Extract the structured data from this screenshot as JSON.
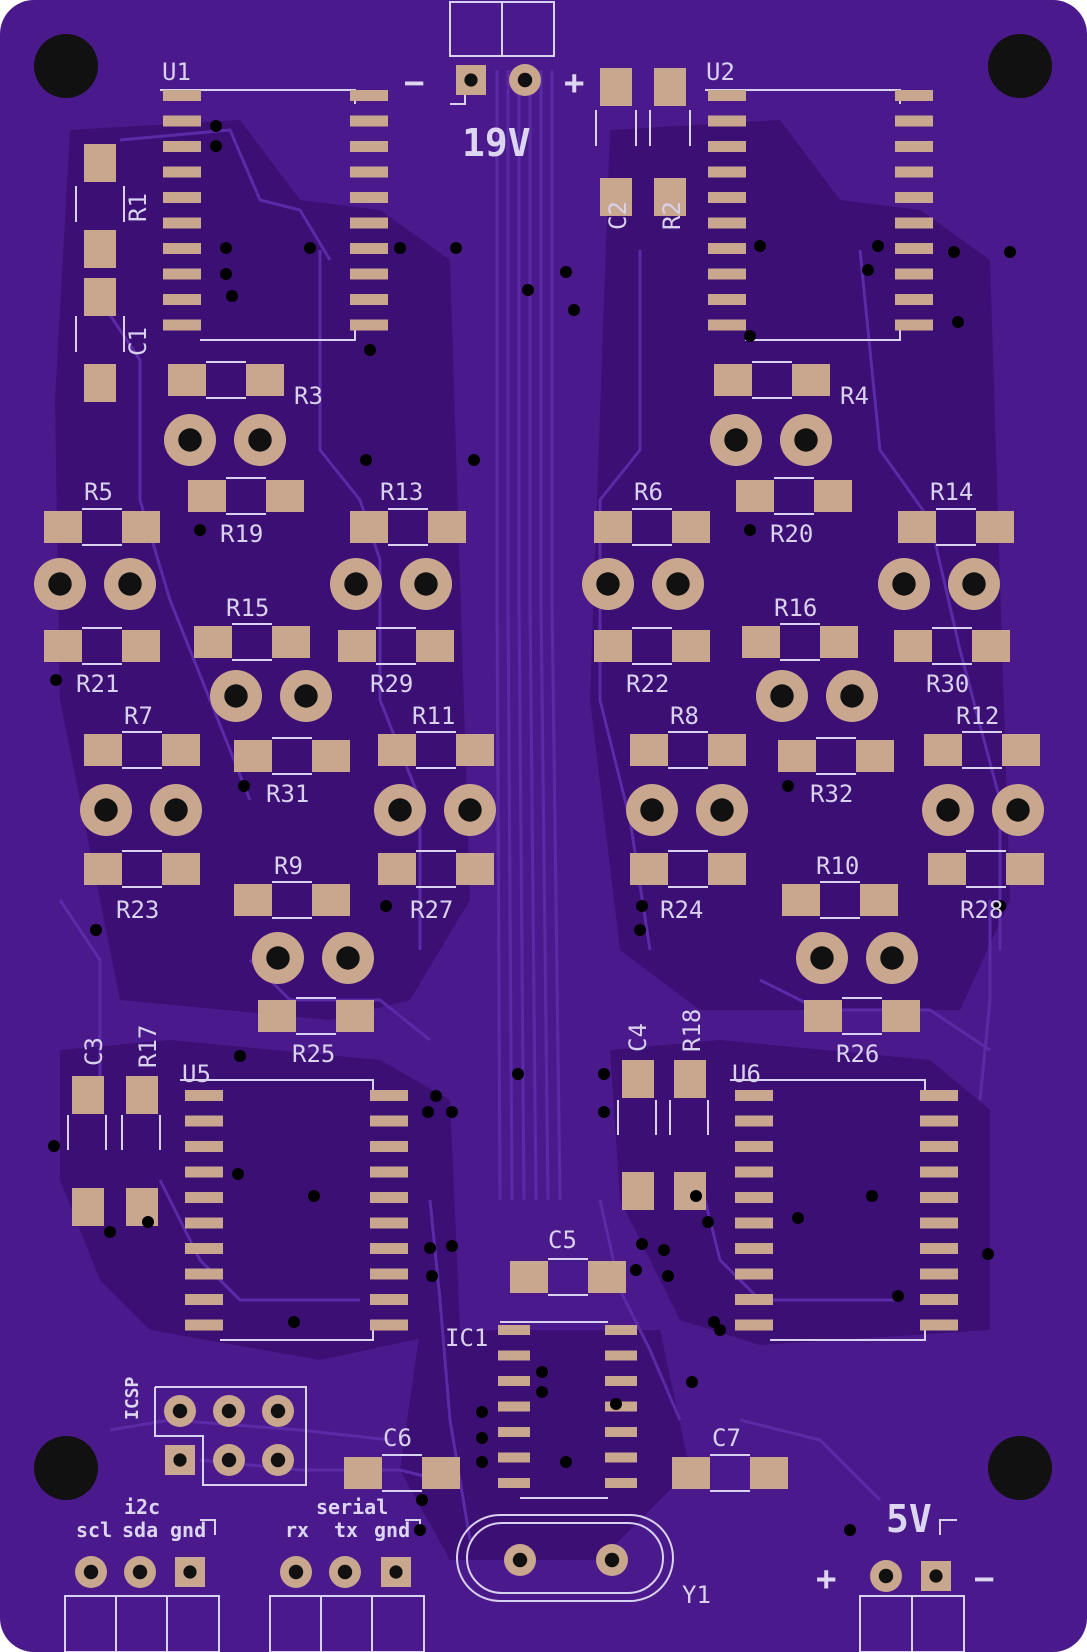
{
  "colors": {
    "board": "#4a1a8c",
    "copper_pour": "#3b0f74",
    "trace": "#5b2aa6",
    "pad": "#c9a68e",
    "silkscreen": "#d9d2ee",
    "hole": "#111111"
  },
  "power_in": {
    "label": "19V",
    "minus": "−",
    "plus": "+"
  },
  "power_out": {
    "label": "5V",
    "minus": "−",
    "plus": "+"
  },
  "icsp": {
    "label": "ICSP"
  },
  "i2c": {
    "label": "i2c",
    "pins": [
      "scl",
      "sda",
      "gnd"
    ]
  },
  "serial": {
    "label": "serial",
    "pins": [
      "rx",
      "tx",
      "gnd"
    ]
  },
  "refs": {
    "U1": "U1",
    "U2": "U2",
    "U5": "U5",
    "U6": "U6",
    "IC1": "IC1",
    "Y1": "Y1",
    "C1": "C1",
    "C2": "C2",
    "C3": "C3",
    "C4": "C4",
    "C5": "C5",
    "C6": "C6",
    "C7": "C7",
    "R1": "R1",
    "R2": "R2",
    "R3": "R3",
    "R4": "R4",
    "R5": "R5",
    "R6": "R6",
    "R7": "R7",
    "R8": "R8",
    "R9": "R9",
    "R10": "R10",
    "R11": "R11",
    "R12": "R12",
    "R13": "R13",
    "R14": "R14",
    "R15": "R15",
    "R16": "R16",
    "R17": "R17",
    "R18": "R18",
    "R19": "R19",
    "R20": "R20",
    "R21": "R21",
    "R22": "R22",
    "R23": "R23",
    "R24": "R24",
    "R25": "R25",
    "R26": "R26",
    "R27": "R27",
    "R28": "R28",
    "R29": "R29",
    "R30": "R30",
    "R31": "R31",
    "R32": "R32"
  }
}
